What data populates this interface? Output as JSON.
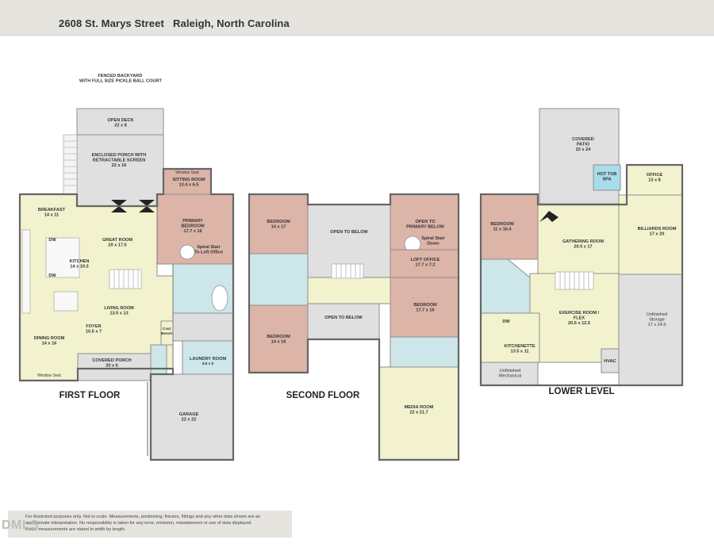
{
  "header": {
    "title": "2608 St. Marys Street   Raleigh, North Carolina"
  },
  "colors": {
    "living": "#f2f2cf",
    "bedroom": "#dcb4a8",
    "wet": "#cde6ea",
    "covered": "#e0e0e0",
    "utility": "#dedede",
    "spa": "#a8dcea"
  },
  "plan": {
    "first_floor": {
      "title": "FIRST FLOOR",
      "note": [
        "FENCED BACKYARD",
        "WITH FULL SIZE PICKLE BALL COURT"
      ],
      "rooms": [
        {
          "id": "open-deck",
          "name": [
            "OPEN DECK"
          ],
          "dim": "22 x 8"
        },
        {
          "id": "enclosed-porch",
          "name": [
            "ENCLOSED PORCH WITH",
            "RETRACTABLE SCREEN"
          ],
          "dim": "22 x 16"
        },
        {
          "id": "sitting-room",
          "name": [
            "SITTING ROOM"
          ],
          "dim": "13.4 x 6.5"
        },
        {
          "id": "window-seat-top",
          "name": [
            "Window Seat"
          ],
          "dim": ""
        },
        {
          "id": "breakfast",
          "name": [
            "BREAKFAST"
          ],
          "dim": "14 x 11"
        },
        {
          "id": "great-room",
          "name": [
            "GREAT ROOM"
          ],
          "dim": "20 x 17.5"
        },
        {
          "id": "primary-bedroom",
          "name": [
            "PRIMARY",
            "BEDROOM"
          ],
          "dim": "17.7 x 16"
        },
        {
          "id": "spiral-stair-1",
          "name": [
            "Spiral Stair",
            "To Loft Office"
          ],
          "dim": ""
        },
        {
          "id": "kitchen",
          "name": [
            "KITCHEN"
          ],
          "dim": "14 x 19.3"
        },
        {
          "id": "dw-1",
          "name": [
            "DW"
          ],
          "dim": ""
        },
        {
          "id": "dw-2",
          "name": [
            "DW"
          ],
          "dim": ""
        },
        {
          "id": "living-room",
          "name": [
            "LIVING ROOM"
          ],
          "dim": "13.5 x 13"
        },
        {
          "id": "foyer",
          "name": [
            "FOYER"
          ],
          "dim": "10.5 x 7"
        },
        {
          "id": "dining-room",
          "name": [
            "DINING ROOM"
          ],
          "dim": "14 x 16"
        },
        {
          "id": "coat-bench",
          "name": [
            "Coat",
            "Bench"
          ],
          "dim": ""
        },
        {
          "id": "laundry-room",
          "name": [
            "LAUNDRY ROOM"
          ],
          "dim": "8.8 x 8"
        },
        {
          "id": "covered-porch",
          "name": [
            "COVERED PORCH"
          ],
          "dim": "20 x 6"
        },
        {
          "id": "window-seat-bottom",
          "name": [
            "Window Seat"
          ],
          "dim": ""
        },
        {
          "id": "garage",
          "name": [
            "GARAGE"
          ],
          "dim": "22 x 22"
        }
      ]
    },
    "second_floor": {
      "title": "SECOND FLOOR",
      "rooms": [
        {
          "id": "bedroom-2a",
          "name": [
            "BEDROOM"
          ],
          "dim": "14 x 17"
        },
        {
          "id": "open-below-1",
          "name": [
            "OPEN TO BELOW"
          ],
          "dim": ""
        },
        {
          "id": "open-primary",
          "name": [
            "OPEN TO",
            "PRIMARY BELOW"
          ],
          "dim": ""
        },
        {
          "id": "spiral-down",
          "name": [
            "Spiral Stair",
            "Down"
          ],
          "dim": ""
        },
        {
          "id": "loft-office",
          "name": [
            "LOFT OFFICE"
          ],
          "dim": "17.7 x 7.2"
        },
        {
          "id": "bedroom-2b",
          "name": [
            "BEDROOM"
          ],
          "dim": "17.7 x 16"
        },
        {
          "id": "open-below-2",
          "name": [
            "OPEN TO BELOW"
          ],
          "dim": ""
        },
        {
          "id": "bedroom-2c",
          "name": [
            "BEDROOM"
          ],
          "dim": "14 x 16"
        },
        {
          "id": "media-room",
          "name": [
            "MEDIA ROOM"
          ],
          "dim": "22 x 21.7"
        }
      ]
    },
    "lower_level": {
      "title": "LOWER LEVEL",
      "rooms": [
        {
          "id": "covered-patio",
          "name": [
            "COVERED",
            "PATIO"
          ],
          "dim": "22 x 24"
        },
        {
          "id": "hot-tub",
          "name": [
            "HOT TUB",
            "SPA"
          ],
          "dim": ""
        },
        {
          "id": "office",
          "name": [
            "OFFICE"
          ],
          "dim": "13 x 8"
        },
        {
          "id": "bedroom-ll",
          "name": [
            "BEDROOM"
          ],
          "dim": "11 x 16.4"
        },
        {
          "id": "gathering-room",
          "name": [
            "GATHERING ROOM"
          ],
          "dim": "20.5 x 17"
        },
        {
          "id": "billiards-room",
          "name": [
            "BILLIARDS ROOM"
          ],
          "dim": "17 x 20"
        },
        {
          "id": "exercise-room",
          "name": [
            "EXERCISE ROOM /",
            "FLEX"
          ],
          "dim": "20.5 x 12.5"
        },
        {
          "id": "unfinished-storage",
          "name": [
            "Unfinished",
            "Storage"
          ],
          "dim": "17 x 24.5"
        },
        {
          "id": "dw-ll",
          "name": [
            "DW"
          ],
          "dim": ""
        },
        {
          "id": "kitchenette",
          "name": [
            "KITCHENETTE"
          ],
          "dim": "13.5 x 11"
        },
        {
          "id": "hvac",
          "name": [
            "HVAC"
          ],
          "dim": ""
        },
        {
          "id": "unfinished-mechanical",
          "name": [
            "Unfinished",
            "Mechanical"
          ],
          "dim": ""
        }
      ]
    }
  },
  "footer": {
    "watermark": "DMLS",
    "lines": [
      "For illustrated purposes only. Not to scale. Measurements, positioning, fixtures, fittings and any other data shown are an",
      "approximate interpretation. No responsibility is taken for any error, omission, misstatement or use of data displayed.",
      "Room measurements are stated in width by length."
    ]
  }
}
